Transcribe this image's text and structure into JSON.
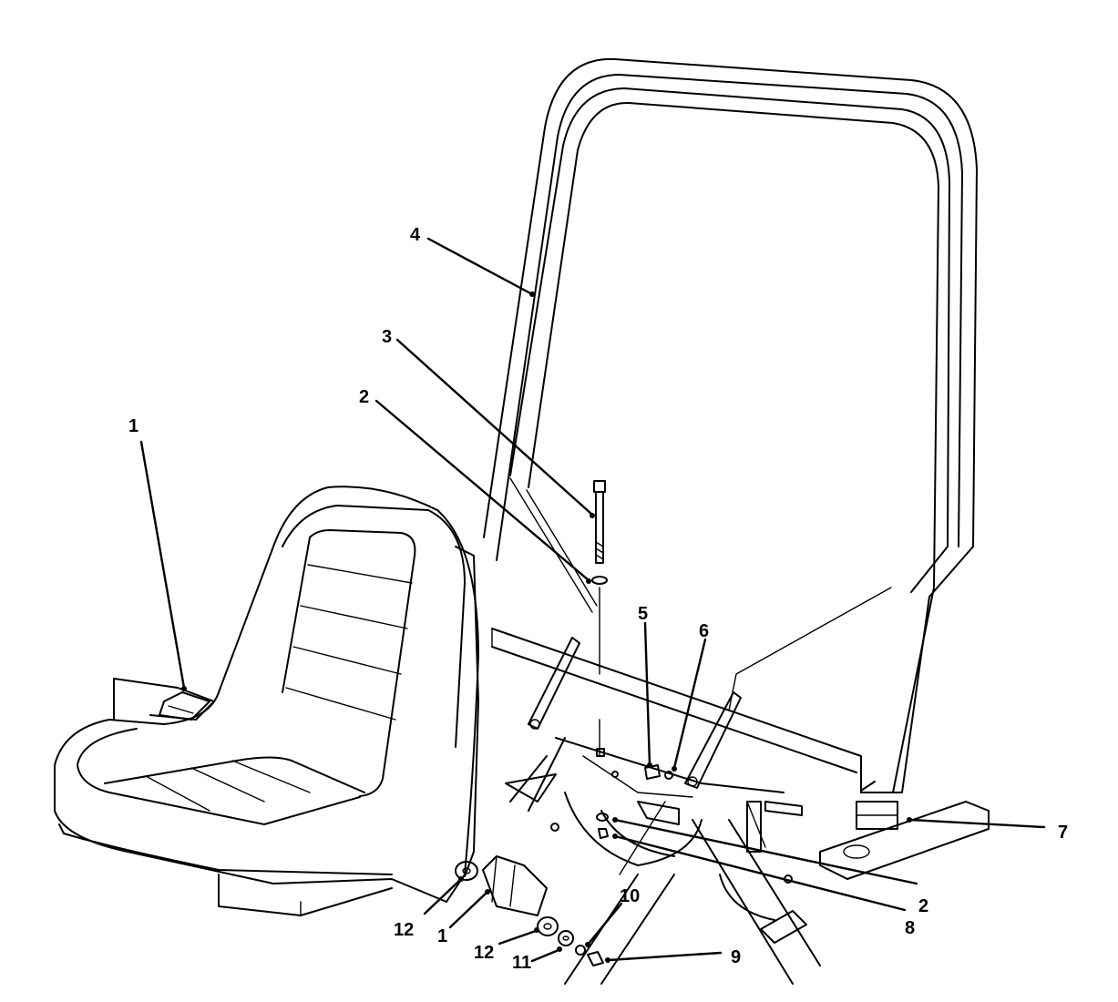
{
  "callouts": [
    {
      "id": "c1a",
      "label": "1"
    },
    {
      "id": "c4",
      "label": "4"
    },
    {
      "id": "c3",
      "label": "3"
    },
    {
      "id": "c2a",
      "label": "2"
    },
    {
      "id": "c5",
      "label": "5"
    },
    {
      "id": "c6",
      "label": "6"
    },
    {
      "id": "c7",
      "label": "7"
    },
    {
      "id": "c2b",
      "label": "2"
    },
    {
      "id": "c8",
      "label": "8"
    },
    {
      "id": "c10",
      "label": "10"
    },
    {
      "id": "c9",
      "label": "9"
    },
    {
      "id": "c12a",
      "label": "12"
    },
    {
      "id": "c1b",
      "label": "1"
    },
    {
      "id": "c12b",
      "label": "12"
    },
    {
      "id": "c11",
      "label": "11"
    }
  ]
}
